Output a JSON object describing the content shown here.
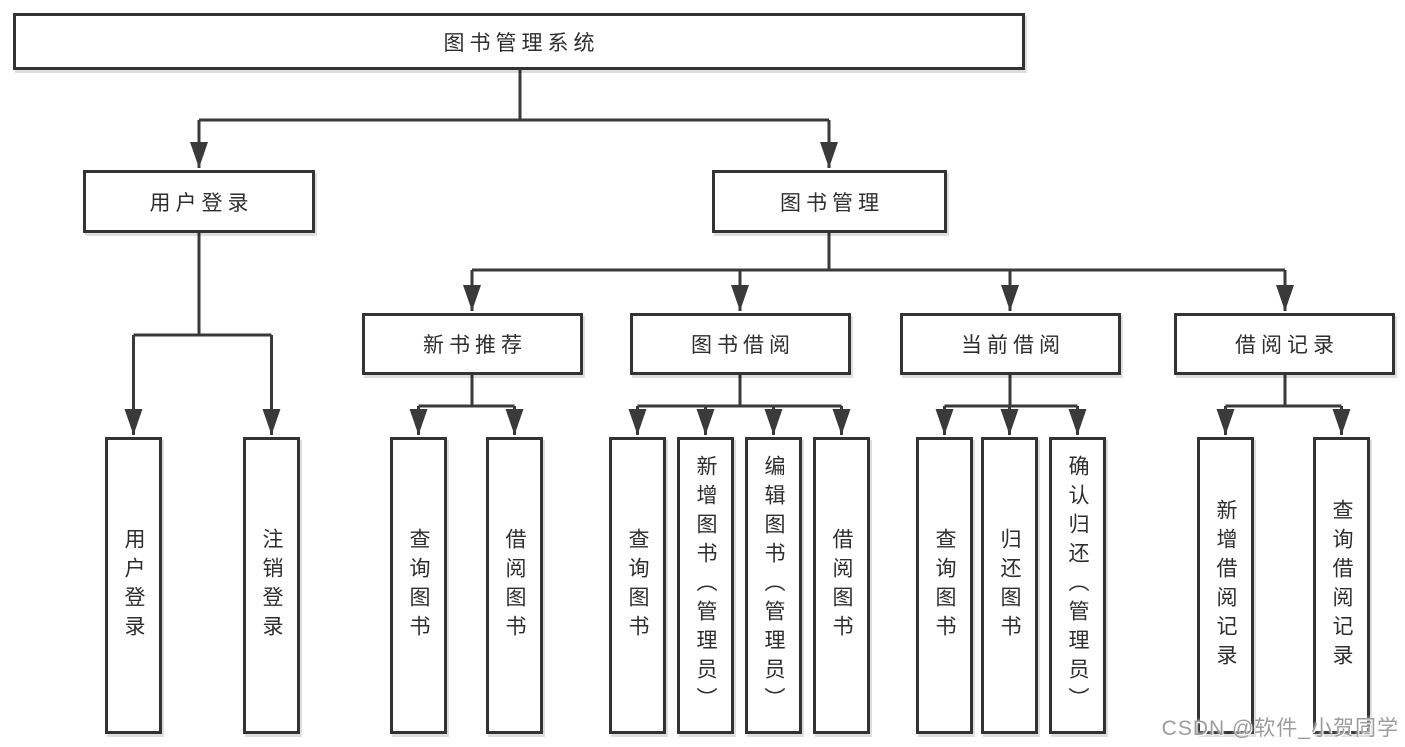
{
  "diagram_title": "图书管理系统",
  "tree": {
    "root": {
      "label": "图书管理系统"
    },
    "branches": [
      {
        "label": "用户登录",
        "children": [
          {
            "label": "用户登录"
          },
          {
            "label": "注销登录"
          }
        ]
      },
      {
        "label": "图书管理",
        "sections": [
          {
            "label": "新书推荐",
            "children": [
              {
                "label": "查询图书"
              },
              {
                "label": "借阅图书"
              }
            ]
          },
          {
            "label": "图书借阅",
            "children": [
              {
                "label": "查询图书"
              },
              {
                "label": "新增图书（管理员）"
              },
              {
                "label": "编辑图书（管理员）"
              },
              {
                "label": "借阅图书"
              }
            ]
          },
          {
            "label": "当前借阅",
            "children": [
              {
                "label": "查询图书"
              },
              {
                "label": "归还图书"
              },
              {
                "label": "确认归还（管理员）"
              }
            ]
          },
          {
            "label": "借阅记录",
            "children": [
              {
                "label": "新增借阅记录"
              },
              {
                "label": "查询借阅记录"
              }
            ]
          }
        ]
      }
    ]
  },
  "watermark": {
    "text": "CSDN @软件_小贺同学"
  },
  "colors": {
    "line": "#3a3a3a",
    "text": "#2e2e2e",
    "background": "#ffffff",
    "watermark": "#9c9c9c"
  }
}
